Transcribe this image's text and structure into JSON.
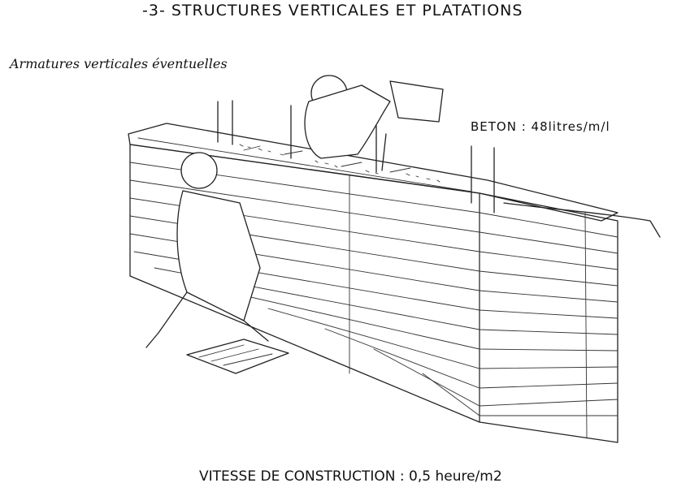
{
  "title": "-3- STRUCTURES VERTICALES ET PLATATIONS",
  "labels": {
    "armatures": "Armatures verticales éventuelles",
    "beton": "BETON :  48litres/m/l",
    "vitesse": "VITESSE DE CONSTRUCTION : 0,5 heure/m2"
  }
}
